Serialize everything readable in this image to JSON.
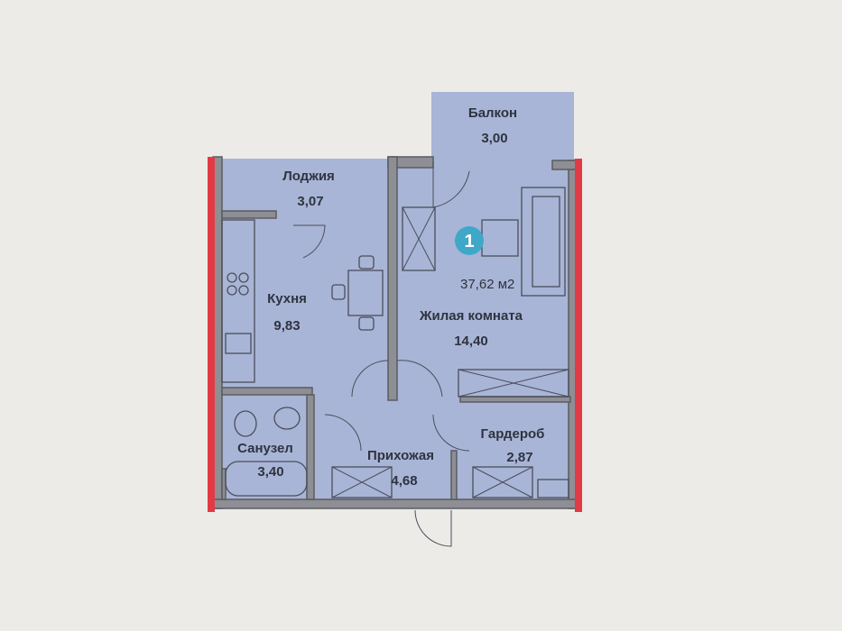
{
  "apartment": {
    "number": "1",
    "total_area": "37,62 м2"
  },
  "rooms": {
    "balcony": {
      "name": "Балкон",
      "area": "3,00"
    },
    "loggia": {
      "name": "Лоджия",
      "area": "3,07"
    },
    "kitchen": {
      "name": "Кухня",
      "area": "9,83"
    },
    "living": {
      "name": "Жилая комната",
      "area": "14,40"
    },
    "bathroom": {
      "name": "Санузел",
      "area": "3,40"
    },
    "hallway": {
      "name": "Прихожая",
      "area": "4,68"
    },
    "wardrobe": {
      "name": "Гардероб",
      "area": "2,87"
    }
  },
  "colors": {
    "room_fill": "#a9b5d6",
    "badge": "#3fa8c8",
    "boundary": "#e23a45",
    "wall": "#8d8f95"
  }
}
